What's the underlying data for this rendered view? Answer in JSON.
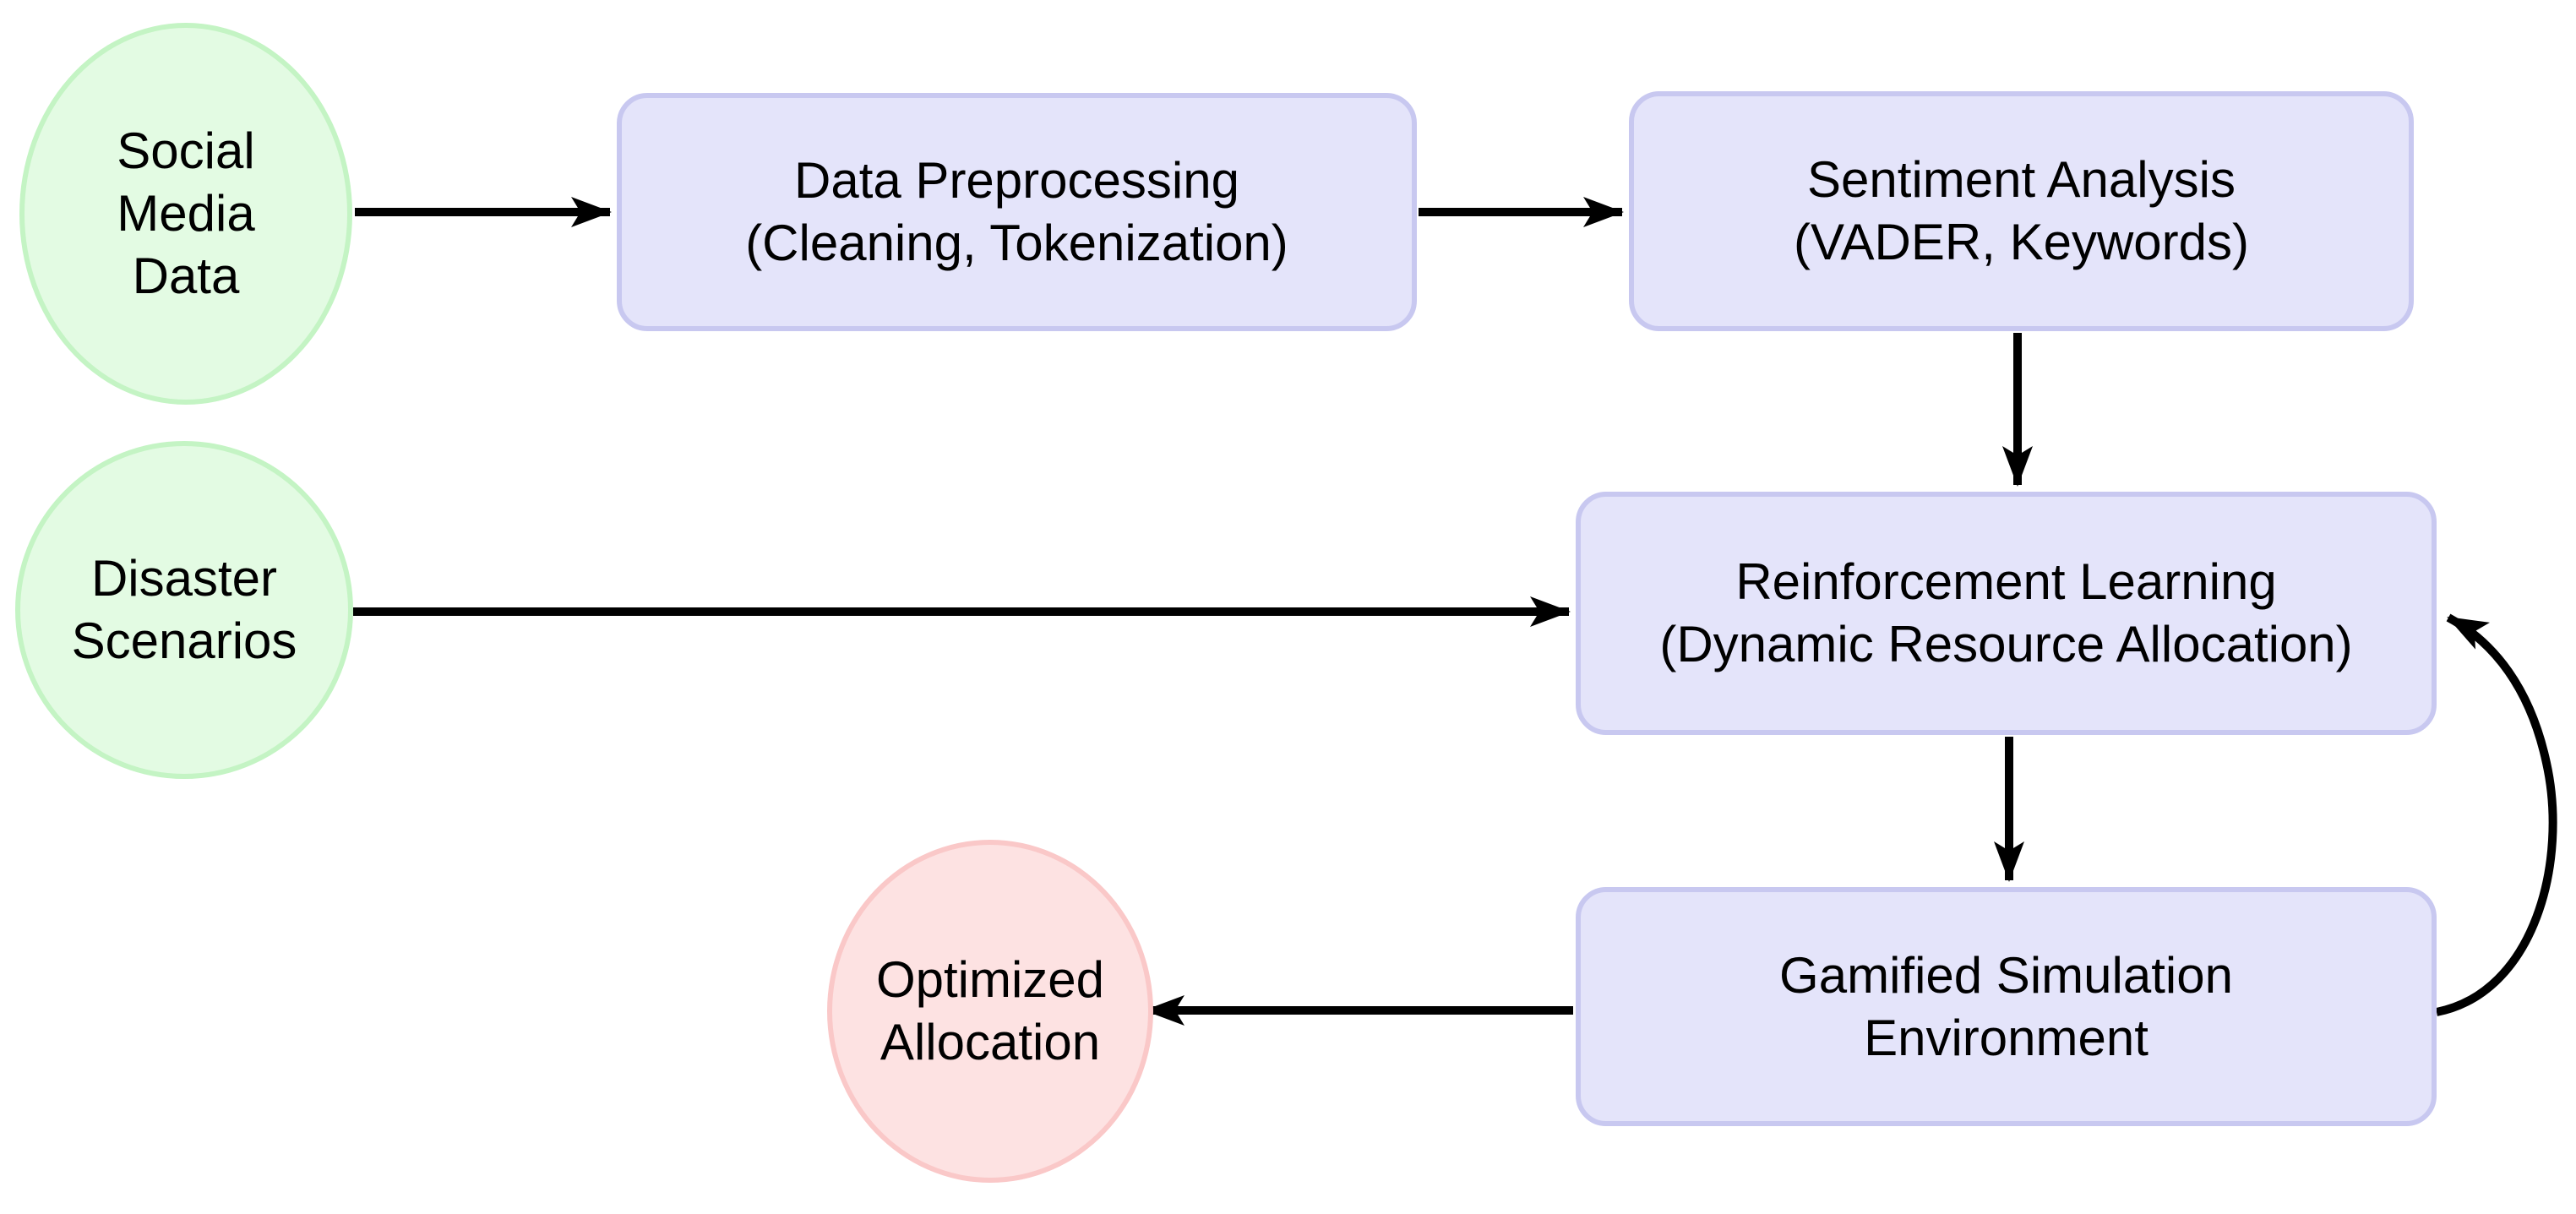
{
  "nodes": {
    "social_media_data": {
      "shape": "ellipse",
      "role": "input",
      "lines": [
        "Social",
        "Media",
        "Data"
      ]
    },
    "data_preprocessing": {
      "shape": "box",
      "role": "process",
      "lines": [
        "Data Preprocessing",
        "(Cleaning, Tokenization)"
      ]
    },
    "sentiment_analysis": {
      "shape": "box",
      "role": "process",
      "lines": [
        "Sentiment Analysis",
        "(VADER, Keywords)"
      ]
    },
    "reinforcement_learning": {
      "shape": "box",
      "role": "process",
      "lines": [
        "Reinforcement Learning",
        "(Dynamic Resource Allocation)"
      ]
    },
    "disaster_scenarios": {
      "shape": "ellipse",
      "role": "input",
      "lines": [
        "Disaster",
        "Scenarios"
      ]
    },
    "gamified_simulation": {
      "shape": "box",
      "role": "process",
      "lines": [
        "Gamified Simulation",
        "Environment"
      ]
    },
    "optimized_allocation": {
      "shape": "ellipse",
      "role": "output",
      "lines": [
        "Optimized",
        "Allocation"
      ]
    }
  },
  "edges": [
    {
      "from": "social_media_data",
      "to": "data_preprocessing",
      "style": "straight"
    },
    {
      "from": "data_preprocessing",
      "to": "sentiment_analysis",
      "style": "straight"
    },
    {
      "from": "sentiment_analysis",
      "to": "reinforcement_learning",
      "style": "straight"
    },
    {
      "from": "disaster_scenarios",
      "to": "reinforcement_learning",
      "style": "straight"
    },
    {
      "from": "reinforcement_learning",
      "to": "gamified_simulation",
      "style": "straight"
    },
    {
      "from": "gamified_simulation",
      "to": "optimized_allocation",
      "style": "straight"
    },
    {
      "from": "gamified_simulation",
      "to": "reinforcement_learning",
      "style": "feedback-curve"
    }
  ],
  "colors": {
    "background": "#ffffff",
    "text": "#000000",
    "edge": "#000000",
    "input_fill": "#e3fbe3",
    "input_border": "#c4f4c4",
    "process_fill": "#e4e4fa",
    "process_border": "#c8c8f0",
    "output_fill": "#fde2e2",
    "output_border": "#fac8c8"
  }
}
